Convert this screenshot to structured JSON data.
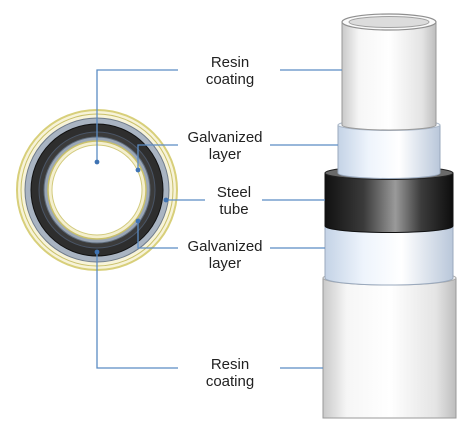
{
  "labels": {
    "resin_top": {
      "line1": "Resin",
      "line2": "coating"
    },
    "galv_top": {
      "line1": "Galvanized",
      "line2": "layer"
    },
    "steel": {
      "line1": "Steel",
      "line2": "tube"
    },
    "galv_bottom": {
      "line1": "Galvanized",
      "line2": "layer"
    },
    "resin_bottom": {
      "line1": "Resin",
      "line2": "coating"
    }
  },
  "colors": {
    "leader": "#5b8cc4",
    "resin": "#e9e9e9",
    "galvanized": "#dfeaf7",
    "steel": "#2a2a2a",
    "ring_outer": "#d8cf7a"
  }
}
